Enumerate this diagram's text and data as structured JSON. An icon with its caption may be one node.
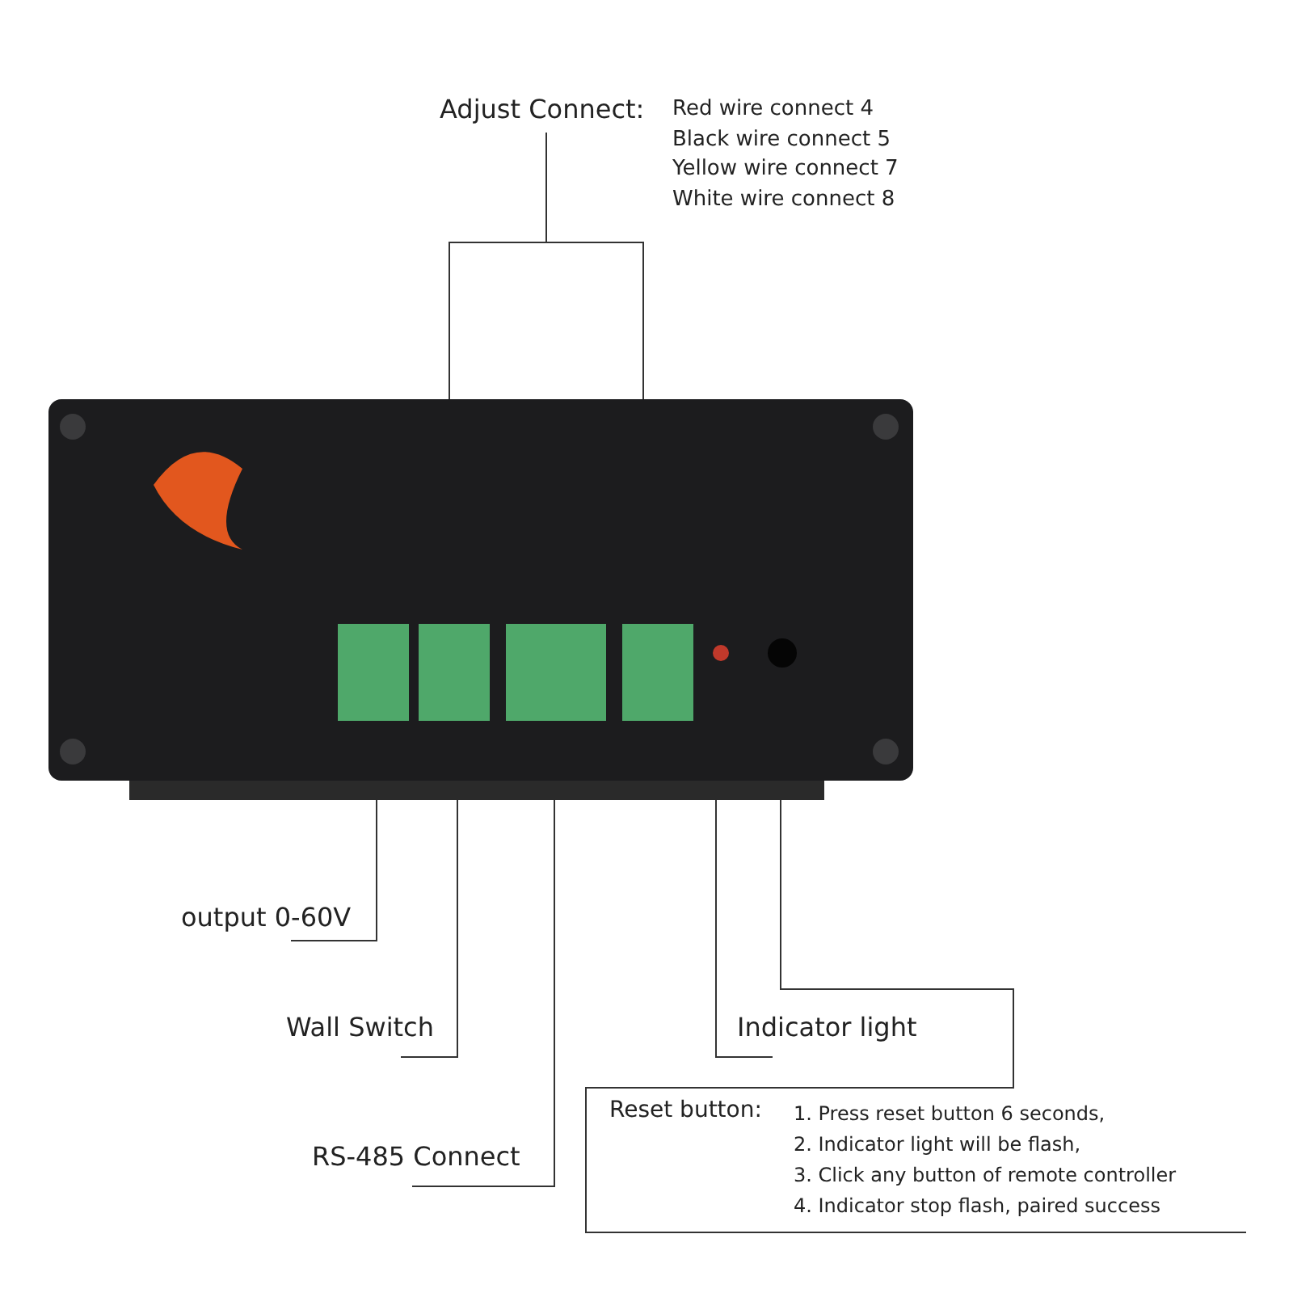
{
  "diagram": {
    "nodes": [
      {
        "text": [],
        "shape": "picture"
      },
      {
        "text": [
          "Adjust Connect:",
          "Red wire connect 4",
          "Black wire connect 5",
          "Yellow wire connect 7",
          "White wire connect 8"
        ]
      },
      {
        "text": [
          "output 0-60V"
        ]
      },
      {
        "text": [
          "Wall Switch"
        ]
      },
      {
        "text": [
          "RS-485 Connect"
        ]
      },
      {
        "text": [
          "Indicator light"
        ]
      },
      {
        "text": [
          "Reset button:",
          "1. Press reset button 6 seconds,",
          "2. Indicator light will be flash,",
          "3. Click any button of remote controller",
          "4. Indicator stop flash, paired success"
        ]
      }
    ],
    "edges": [
      {
        "from": 1,
        "to": 0,
        "arrow": "none"
      },
      {
        "from": 1,
        "to": 0,
        "arrow": "none"
      },
      {
        "from": 2,
        "to": 0,
        "arrow": "none"
      },
      {
        "from": 3,
        "to": 0,
        "arrow": "none"
      },
      {
        "from": 4,
        "to": 0,
        "arrow": "none"
      },
      {
        "from": 5,
        "to": 0,
        "arrow": "none"
      },
      {
        "from": 6,
        "to": 0,
        "arrow": "none"
      }
    ]
  }
}
